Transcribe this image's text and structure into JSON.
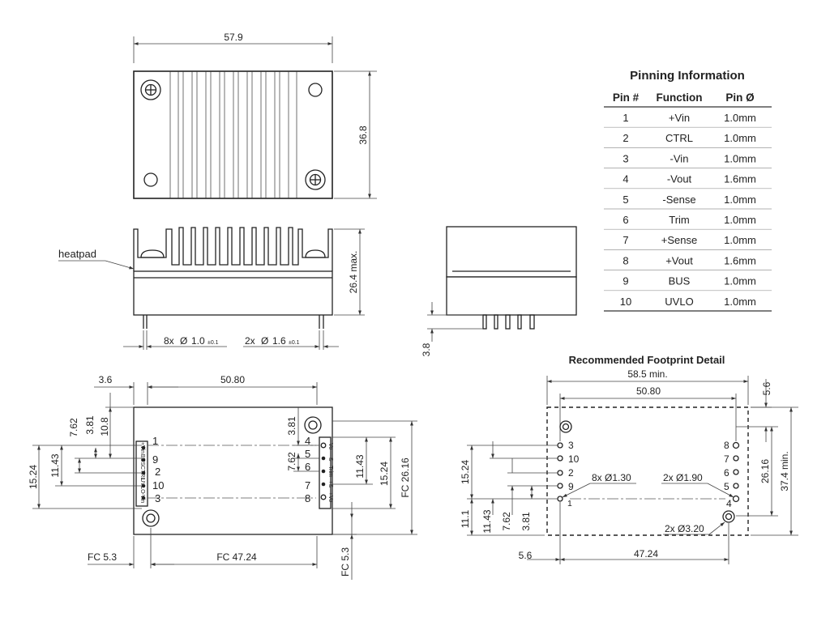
{
  "top_view": {
    "width": "57.9",
    "height": "36.8"
  },
  "side_view": {
    "heatpad_label": "heatpad",
    "height": "26.4 max.",
    "pins_small_prefix": "8x",
    "pins_small_dia": "1.0",
    "pins_small_tol": "±0.1",
    "pins_large_prefix": "2x",
    "pins_large_dia": "1.6",
    "pins_large_tol": "±0.1",
    "diameter_symbol": "Ø"
  },
  "end_view": {
    "pin_length": "3.8"
  },
  "pinning": {
    "title": "Pinning Information",
    "headers": [
      "Pin #",
      "Function",
      "Pin Ø"
    ],
    "rows": [
      [
        "1",
        "+Vin",
        "1.0mm"
      ],
      [
        "2",
        "CTRL",
        "1.0mm"
      ],
      [
        "3",
        "-Vin",
        "1.0mm"
      ],
      [
        "4",
        "-Vout",
        "1.6mm"
      ],
      [
        "5",
        "-Sense",
        "1.0mm"
      ],
      [
        "6",
        "Trim",
        "1.0mm"
      ],
      [
        "7",
        "+Sense",
        "1.0mm"
      ],
      [
        "8",
        "+Vout",
        "1.6mm"
      ],
      [
        "9",
        "BUS",
        "1.0mm"
      ],
      [
        "10",
        "UVLO",
        "1.0mm"
      ]
    ]
  },
  "bottom_view": {
    "dim_3_6": "3.6",
    "dim_50_80": "50.80",
    "dim_3_81_left": "3.81",
    "dim_7_62_left": "7.62",
    "dim_10_8": "10.8",
    "dim_11_43_left": "11.43",
    "dim_15_24_left": "15.24",
    "dim_3_81_right": "3.81",
    "dim_7_62_right": "7.62",
    "dim_11_43_right": "11.43",
    "dim_15_24_right": "15.24",
    "dim_fc_26_16": "FC 26.16",
    "dim_fc_5_3_left": "FC 5.3",
    "dim_fc_47_24": "FC 47.24",
    "dim_fc_5_3_right": "FC 5.3",
    "pin_numbers_left": [
      "1",
      "9",
      "2",
      "10",
      "3"
    ],
    "pin_numbers_right": [
      "4",
      "5",
      "6",
      "7",
      "8"
    ],
    "pin_marks_left": [
      "+Vin",
      "BUS",
      "CTRL",
      "UVLO",
      "-Vin"
    ],
    "pin_marks_right": [
      "-Vo",
      "-S",
      "Trim",
      "+S",
      "+Vo"
    ]
  },
  "footprint": {
    "title": "Recommended Footprint Detail",
    "dim_58_5": "58.5 min.",
    "dim_50_80": "50.80",
    "dim_5_6_right": "5.6",
    "dim_37_4": "37.4 min.",
    "dim_26_16": "26.16",
    "dim_15_24": "15.24",
    "dim_11_1": "11.1",
    "dim_11_43": "11.43",
    "dim_7_62": "7.62",
    "dim_3_81": "3.81",
    "dim_5_6_bottom": "5.6",
    "dim_47_24": "47.24",
    "hole_small": "8x Ø1.30",
    "hole_medium": "2x Ø1.90",
    "hole_large": "2x Ø3.20",
    "pin_numbers_left": [
      "3",
      "10",
      "2",
      "9",
      "1"
    ],
    "pin_numbers_right": [
      "8",
      "7",
      "6",
      "5",
      "4"
    ]
  }
}
